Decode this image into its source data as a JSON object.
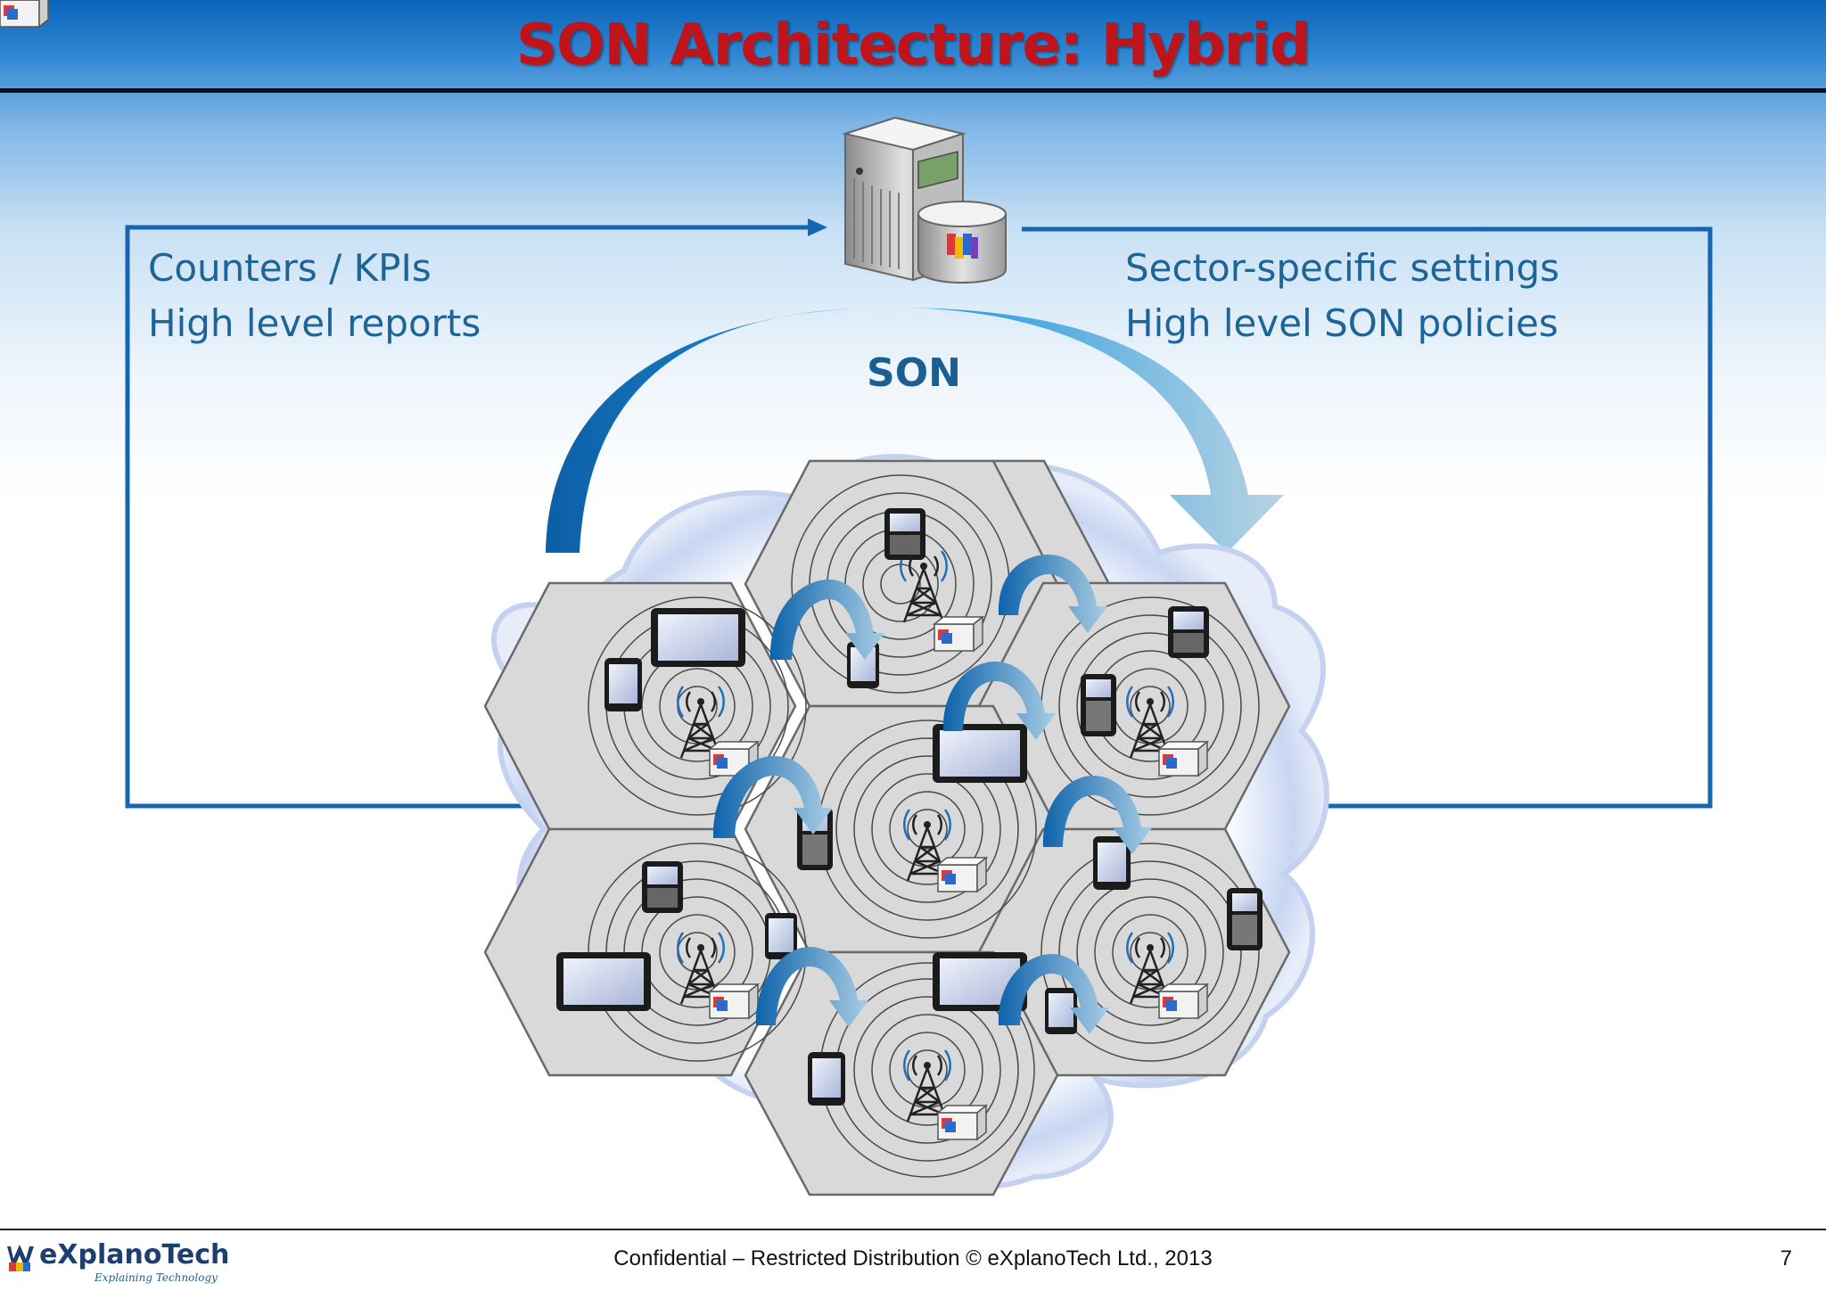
{
  "slide": {
    "title": "SON Architecture: Hybrid",
    "left_labels": [
      "Counters / KPIs",
      "High level reports"
    ],
    "right_labels": [
      "Sector-specific settings",
      "High level SON policies"
    ],
    "son_label": "SON"
  },
  "footer": {
    "logo_text": "eXplanoTech",
    "logo_tagline": "Explaining Technology",
    "notice": "Confidential – Restricted Distribution © eXplanoTech Ltd., 2013",
    "page_number": "7"
  },
  "colors": {
    "title": "#c0141a",
    "label": "#1f6497",
    "connector": "#1565b0",
    "cell": "#d6d6d6"
  },
  "icons": [
    "server-icon",
    "database-icon",
    "cell-tower-icon",
    "base-station-icon",
    "tablet-icon",
    "smartphone-icon",
    "feature-phone-icon",
    "curved-arrow-icon"
  ]
}
